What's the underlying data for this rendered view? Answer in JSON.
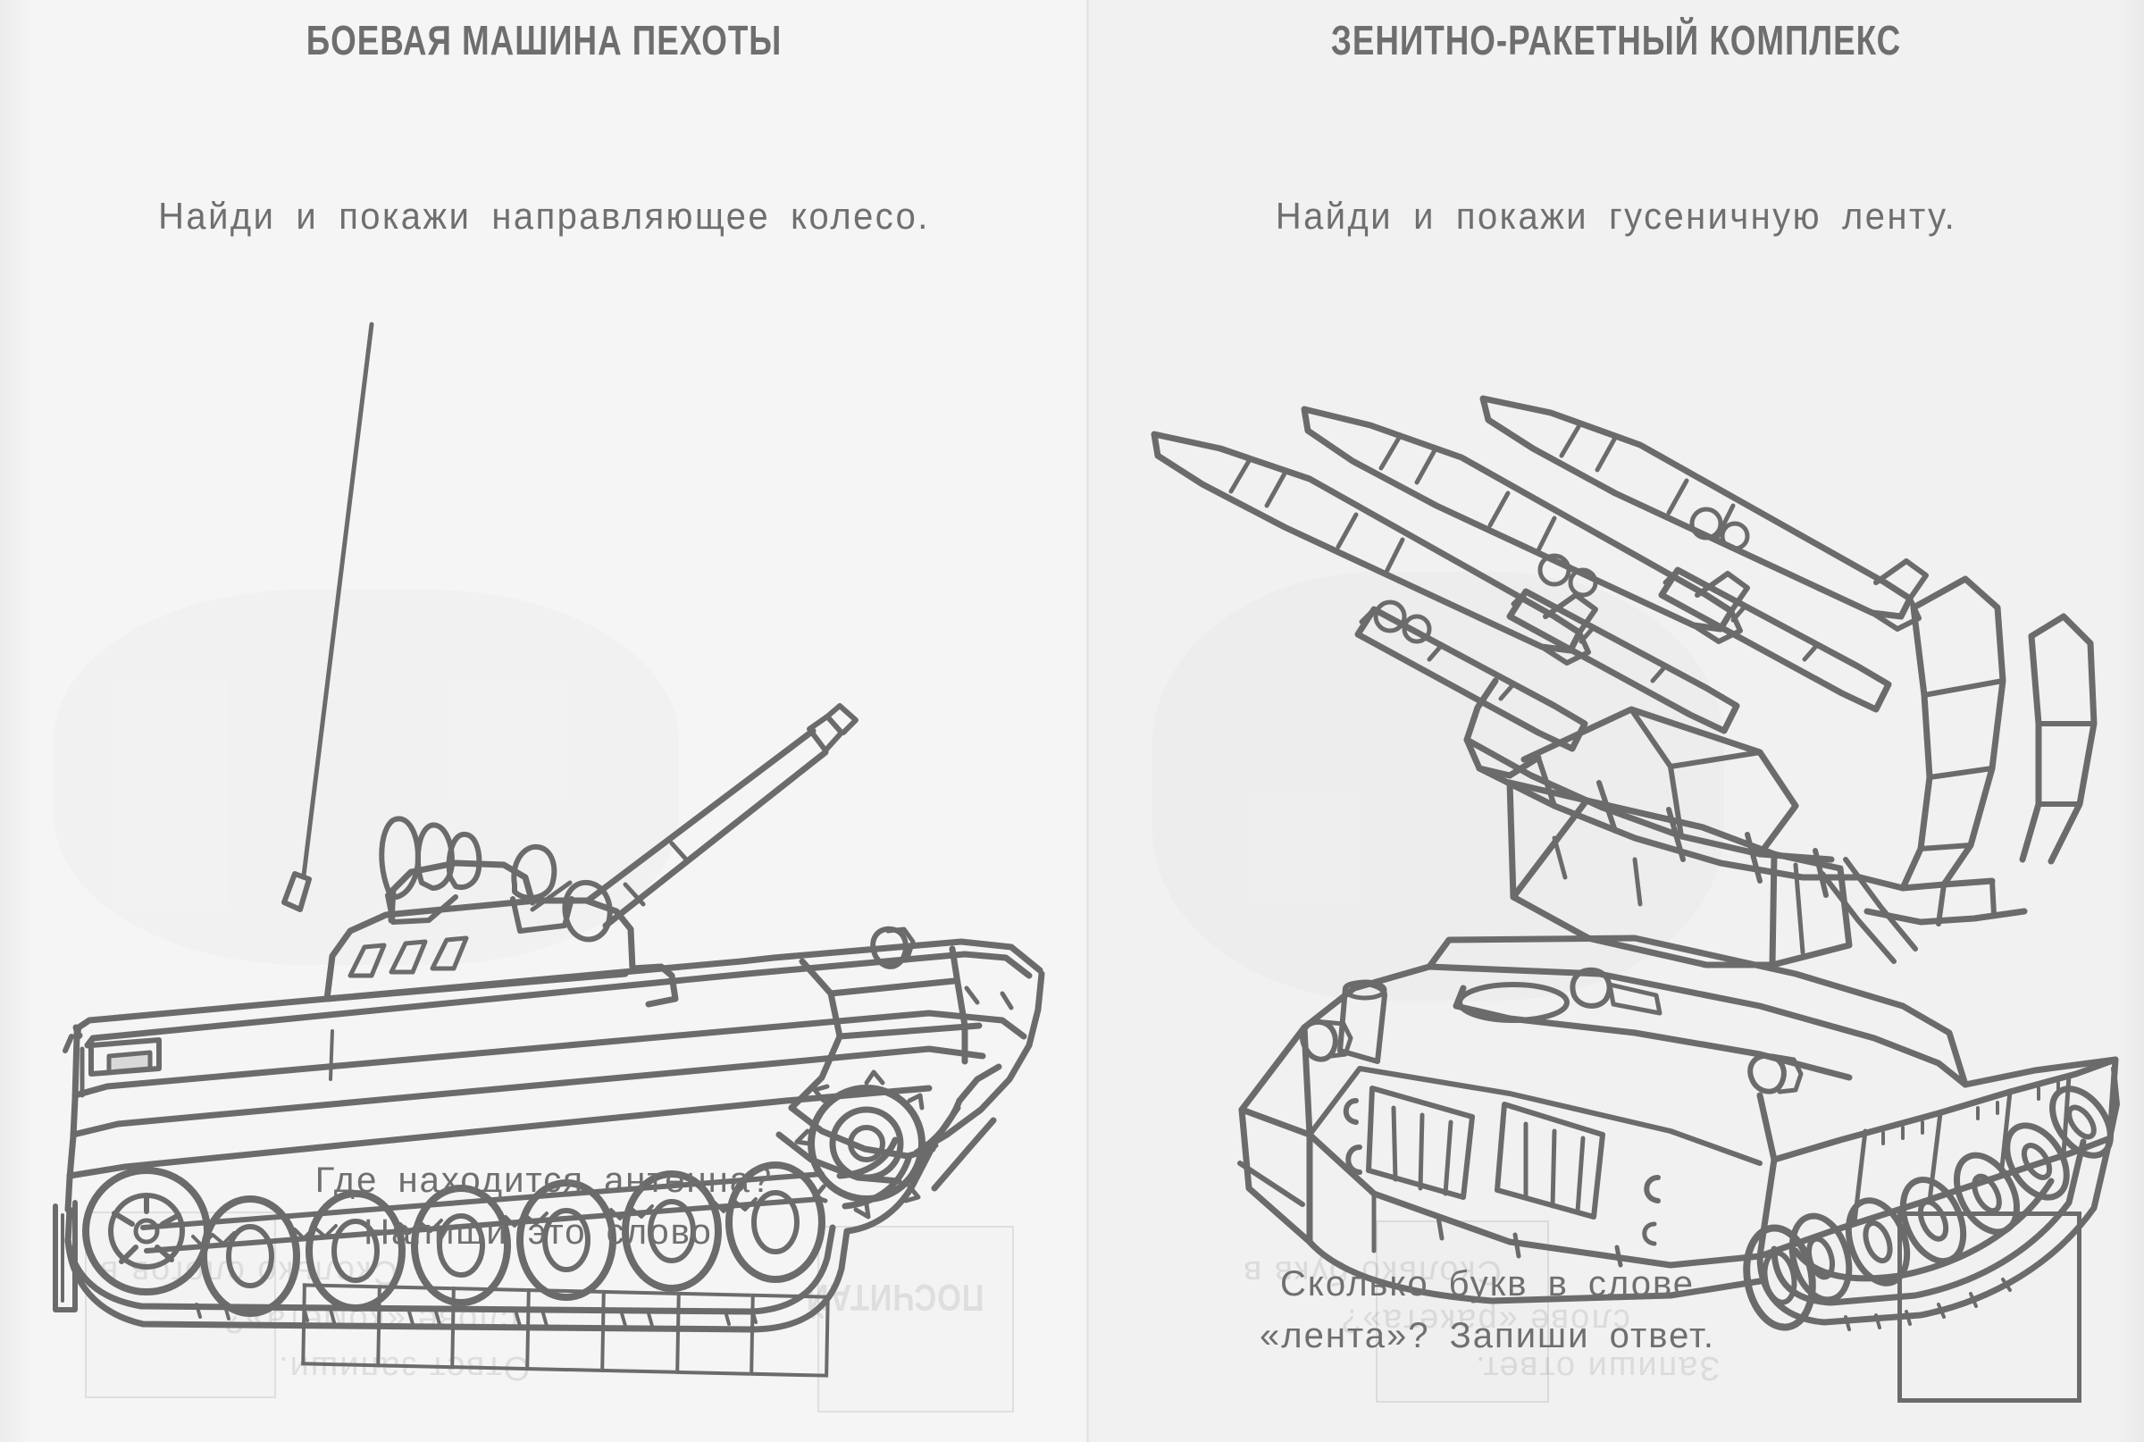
{
  "document": {
    "type": "children-activity-workbook-spread",
    "language": "ru",
    "paper_color_left": "#f5f5f5",
    "paper_color_right": "#f1f1f1",
    "ink_color": "#6b6b6b",
    "text_color": "#6f6f6f"
  },
  "left_page": {
    "title": "БОЕВАЯ МАШИНА ПЕХОТЫ",
    "instruction": "Найди и покажи направляющее колесо.",
    "illustration": {
      "name": "infantry-fighting-vehicle",
      "description": "Line drawing of a tracked infantry fighting vehicle (BMP) with a long whip antenna, autocannon, six road wheels, front idler wheel and rear drive sprocket",
      "style": "outline-coloring-book"
    },
    "question_line_1": "Где находится антенна?",
    "question_line_2": "Напиши это слово.",
    "answer_grid": {
      "name": "word-answer-grid",
      "cells": 7,
      "values": [
        "",
        "",
        "",
        "",
        "",
        "",
        ""
      ]
    }
  },
  "right_page": {
    "title": "ЗЕНИТНО-РАКЕТНЫЙ КОМПЛЕКС",
    "instruction": "Найди и покажи гусеничную ленту.",
    "illustration": {
      "name": "surface-to-air-missile-system",
      "description": "Line drawing of a tracked self-propelled surface-to-air missile launcher carrying three elevated missiles",
      "style": "outline-coloring-book",
      "missile_count": 3
    },
    "question_line_1": "Сколько букв в слове",
    "question_line_2": "«лента»? Запиши ответ.",
    "answer_box": {
      "name": "number-answer-box",
      "value": ""
    }
  },
  "bleed_through": {
    "note": "Faint mirrored ghost text and boxes showing through the paper from the reverse side",
    "left_ghost_title": "ПОСЧИТАЙ",
    "left_ghost_text_1": "Сколько слогов в",
    "left_ghost_text_2": "слове «комета»?",
    "left_ghost_text_3": "Ответ запиши.",
    "right_ghost_text_1": "Сколько букв в",
    "right_ghost_text_2": "слове «ракета»?",
    "right_ghost_text_3": "Запиши ответ."
  }
}
